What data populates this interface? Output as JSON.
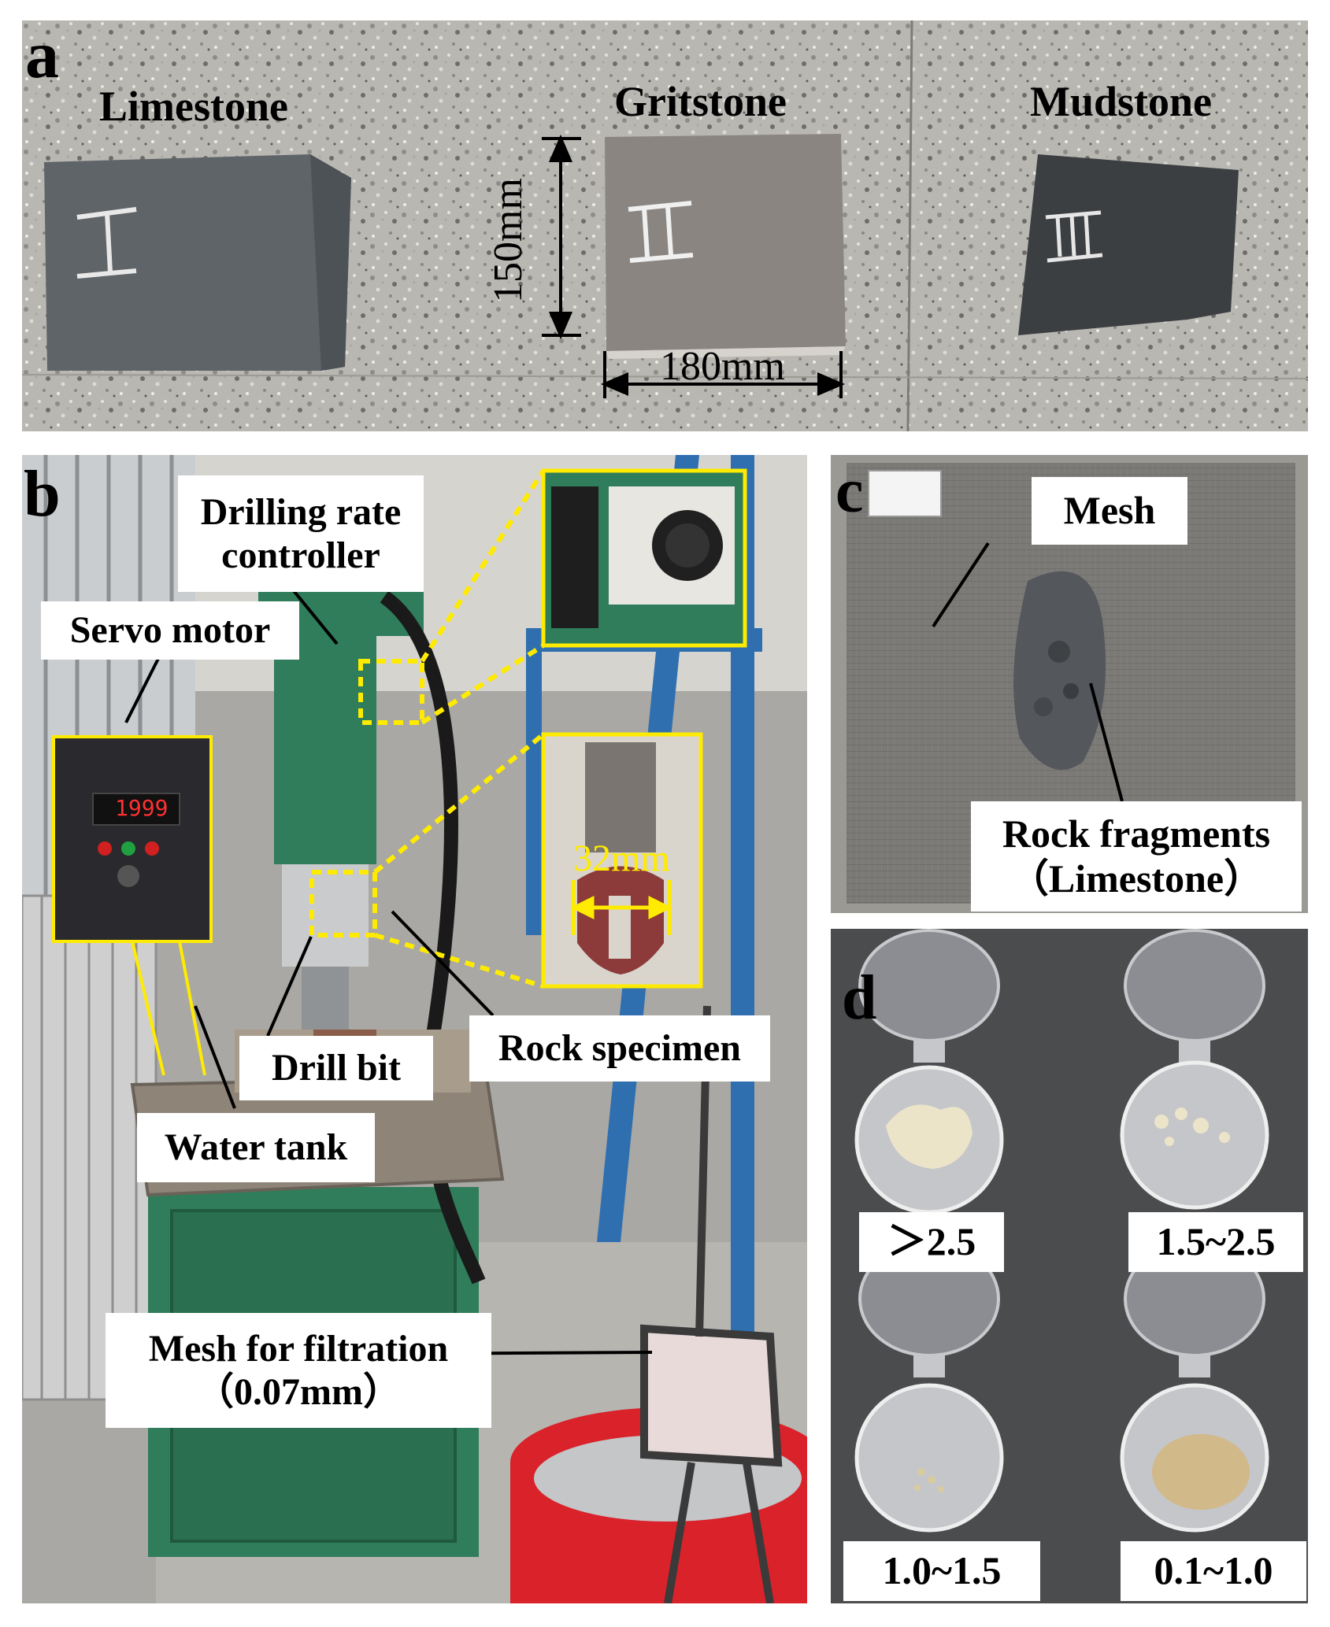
{
  "panels": {
    "a": {
      "label": "a",
      "specimens": [
        "Limestone",
        "Gritstone",
        "Mudstone"
      ],
      "specimen_marks": [
        "I",
        "II",
        "III"
      ],
      "height_dim": "150mm",
      "width_dim": "180mm"
    },
    "b": {
      "label": "b",
      "drilling_rate_line1": "Drilling rate",
      "drilling_rate_line2": "controller",
      "servo_motor": "Servo motor",
      "drill_bit": "Drill bit",
      "rock_specimen": "Rock specimen",
      "water_tank": "Water tank",
      "mesh_line1": "Mesh for filtration",
      "mesh_line2": "（0.07mm）",
      "bit_diameter": "32mm",
      "display_readout": "1999"
    },
    "c": {
      "label": "c",
      "mesh": "Mesh",
      "rock_line1": "Rock fragments",
      "rock_line2": "（Limestone）"
    },
    "d": {
      "label": "d",
      "sizes": [
        "＞2.5",
        "1.5~2.5",
        "1.0~1.5",
        "0.1~1.0"
      ]
    }
  },
  "colors": {
    "annotation_yellow": "#ffeb00",
    "machine_green": "#2f7d5a",
    "bucket_red": "#d9222a"
  }
}
